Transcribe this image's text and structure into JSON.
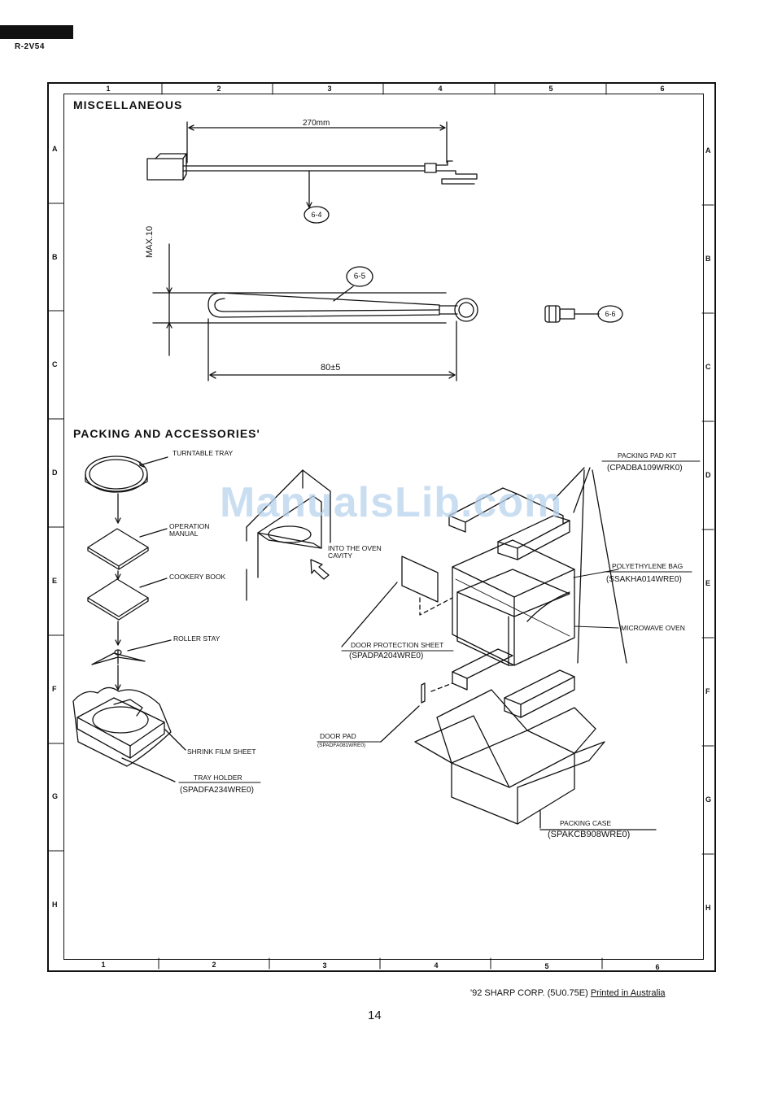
{
  "header": {
    "model": "R-2V54"
  },
  "grid": {
    "columns": [
      "1",
      "2",
      "3",
      "4",
      "5",
      "6"
    ],
    "rows": [
      "A",
      "B",
      "C",
      "D",
      "E",
      "F",
      "G",
      "H"
    ]
  },
  "miscellaneous": {
    "heading": "MISCELLANEOUS",
    "dim_length": "270mm",
    "dim_max": "MAX.10",
    "dim_width": "80±5",
    "callout_cord": "6-4",
    "callout_spring": "6-5",
    "callout_screw": "6-6"
  },
  "packing": {
    "heading": "PACKING AND ACCESSORIES'",
    "turntable_tray": "TURNTABLE TRAY",
    "operation_manual": "OPERATION MANUAL",
    "cookery_book": "COOKERY BOOK",
    "roller_stay": "ROLLER STAY",
    "into_oven": "INTO THE OVEN CAVITY",
    "shrink_film": "SHRINK FILM SHEET",
    "tray_holder": "TRAY HOLDER",
    "tray_holder_code": "(SPADFA234WRE0)",
    "packing_pad_kit": "PACKING PAD KIT",
    "packing_pad_kit_code": "(CPADBA109WRK0)",
    "poly_bag": "POLYETHYLENE BAG",
    "poly_bag_code": "(SSAKHA014WRE0)",
    "microwave_oven": "MICROWAVE OVEN",
    "door_protection": "DOOR PROTECTION SHEET",
    "door_protection_code": "(SPADPA204WRE0)",
    "door_pad": "DOOR PAD",
    "door_pad_code": "(SPADFA081WRE0)",
    "packing_case": "PACKING CASE",
    "packing_case_code": "(SPAKCB908WRE0)"
  },
  "watermark": "ManualsLib.com",
  "footer": {
    "copyright": "'92 SHARP CORP. (5U0.75E)",
    "printed": "Printed in Australia",
    "page": "14"
  }
}
